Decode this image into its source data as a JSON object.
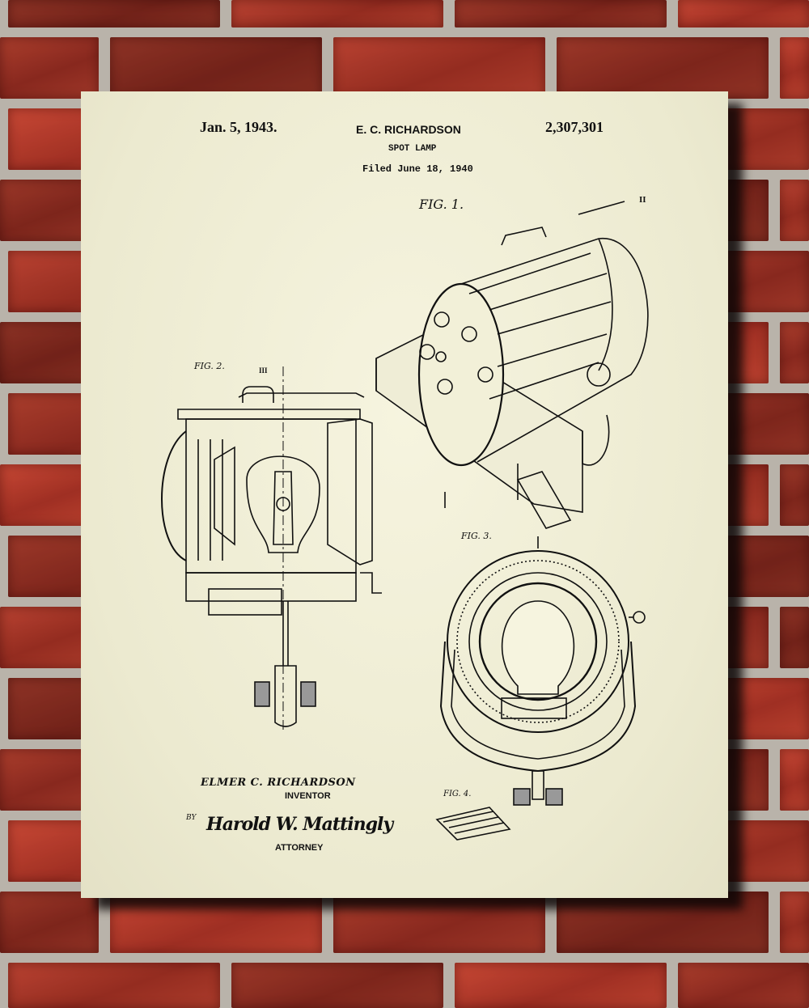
{
  "patent": {
    "date": "Jan. 5, 1943.",
    "inventor_header": "E. C. RICHARDSON",
    "title": "SPOT LAMP",
    "filed": "Filed June 18, 1940",
    "number": "2,307,301"
  },
  "figures": [
    "FIG. 1.",
    "FIG. 2.",
    "FIG. 3.",
    "FIG. 4."
  ],
  "section_marks": [
    "II",
    "III"
  ],
  "signature_block": {
    "inventor_name": "ELMER C. RICHARDSON",
    "inventor_label": "INVENTOR",
    "by": "BY",
    "attorney_signature": "Harold W. Mattingly",
    "attorney_label": "ATTORNEY"
  },
  "colors": {
    "paper": "#f2f0d8",
    "ink": "#111111",
    "brick": "#9e3326",
    "mortar": "#b9b3aa"
  }
}
